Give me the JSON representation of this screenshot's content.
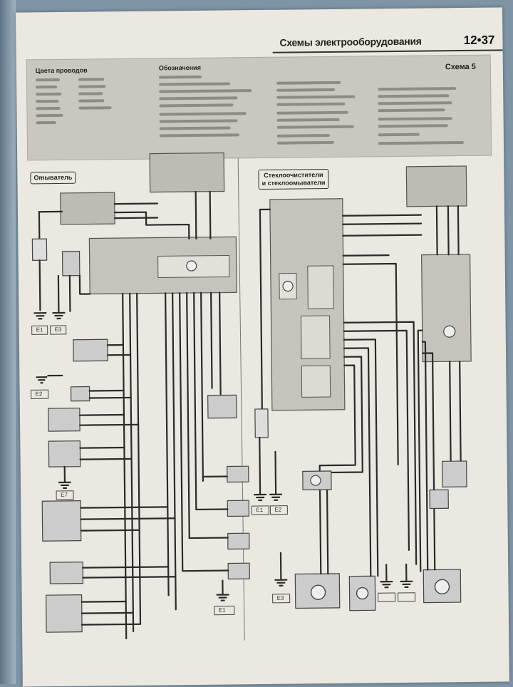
{
  "header": {
    "title": "Схемы электрооборудования",
    "page_number": "12•37"
  },
  "legend": {
    "wire_colors_heading": "Цвета проводов",
    "designations_heading": "Обозначения",
    "scheme_label": "Схема 5"
  },
  "sections": {
    "left_title": "Omывaтeль",
    "right_title_line1": "Cтеклоочистители",
    "right_title_line2": "и cтеклоомыватели"
  },
  "ground_labels": [
    "E1",
    "E3",
    "E2",
    "E7",
    "E1",
    "E1",
    "E2",
    "E3"
  ]
}
